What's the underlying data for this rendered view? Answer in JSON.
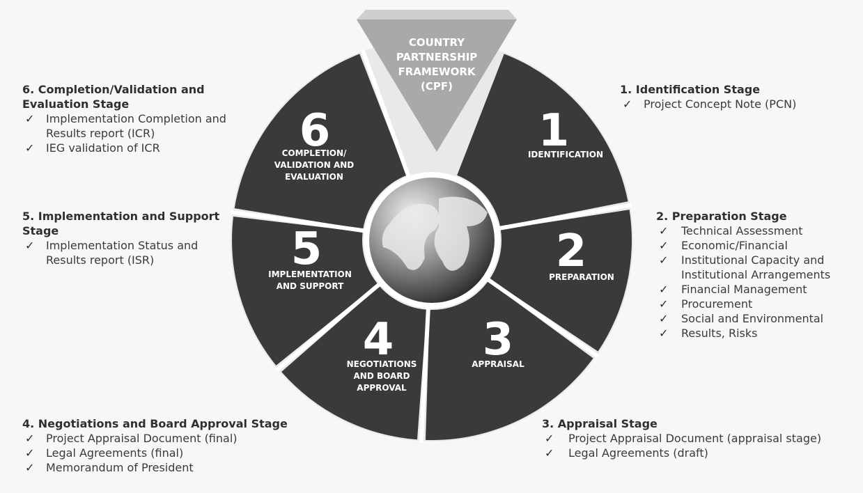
{
  "center_label": [
    "COUNTRY",
    "PARTNERSHIP",
    "FRAMEWORK",
    "(CPF)"
  ],
  "colors": {
    "segment": "#3a3a3a",
    "separator": "#ffffff",
    "arrow": "#a9a9a9",
    "text": "#2b2b2b"
  },
  "segments": [
    {
      "number": "1",
      "label": [
        "IDENTIFICATION"
      ]
    },
    {
      "number": "2",
      "label": [
        "PREPARATION"
      ]
    },
    {
      "number": "3",
      "label": [
        "APPRAISAL"
      ]
    },
    {
      "number": "4",
      "label": [
        "NEGOTIATIONS",
        "AND BOARD",
        "APPROVAL"
      ]
    },
    {
      "number": "5",
      "label": [
        "IMPLEMENTATION",
        "AND SUPPORT"
      ]
    },
    {
      "number": "6",
      "label": [
        "COMPLETION/",
        "VALIDATION AND",
        "EVALUATION"
      ]
    }
  ],
  "stages": {
    "s1": {
      "title": "1. Identification Stage",
      "items": [
        "Project Concept Note (PCN)"
      ]
    },
    "s2": {
      "title": "2. Preparation Stage",
      "items": [
        "Technical Assessment",
        "Economic/Financial",
        "Institutional Capacity and Institutional Arrangements",
        "Financial Management",
        "Procurement",
        "Social and Environmental",
        "Results, Risks"
      ]
    },
    "s3": {
      "title": "3. Appraisal Stage",
      "items": [
        "Project Appraisal Document (appraisal stage)",
        "Legal Agreements (draft)"
      ]
    },
    "s4": {
      "title": "4. Negotiations and Board Approval Stage",
      "items": [
        "Project Appraisal Document (final)",
        "Legal Agreements (final)",
        "Memorandum of President"
      ]
    },
    "s5": {
      "title": "5. Implementation and Support Stage",
      "items": [
        "Implementation Status and Results report (ISR)"
      ]
    },
    "s6": {
      "title": "6. Completion/Validation and Evaluation Stage",
      "items": [
        "Implementation Completion and Results report (ICR)",
        "IEG validation of ICR"
      ]
    }
  },
  "check_glyph": "✓"
}
